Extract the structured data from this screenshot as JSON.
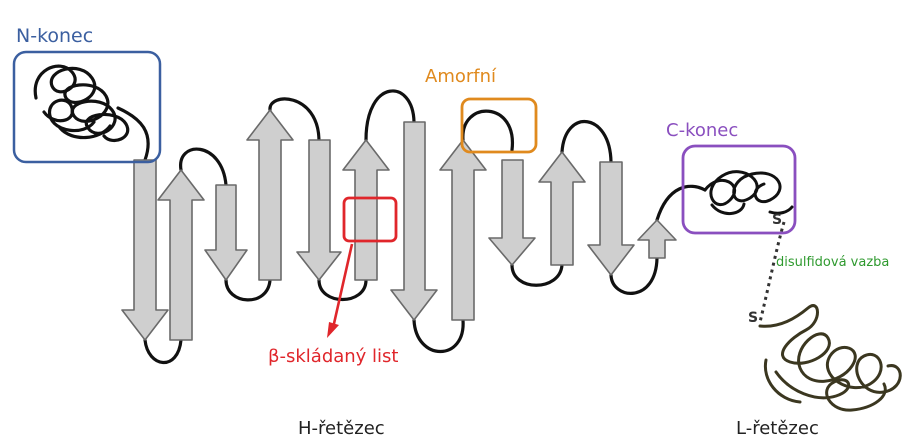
{
  "labels": {
    "n_terminus": "N-konec",
    "amorphous": "Amorfní",
    "c_terminus": "C-konec",
    "disulfide_bond": "disulfidová vazba",
    "sulfur_top": "S",
    "sulfur_bottom": "S",
    "beta_sheet": "β-skládaný list",
    "heavy_chain": "H-řetězec",
    "light_chain": "L-řetězec"
  },
  "colors": {
    "n_terminus": "#3b5fa0",
    "amorphous": "#e08a1e",
    "c_terminus": "#8a4fbf",
    "beta_sheet": "#e0262b",
    "disulfide_bond": "#2f9a2f",
    "strand_fill": "#cfcfcf",
    "strand_stroke": "#6a6a6a",
    "light_chain": "#3b3720"
  }
}
